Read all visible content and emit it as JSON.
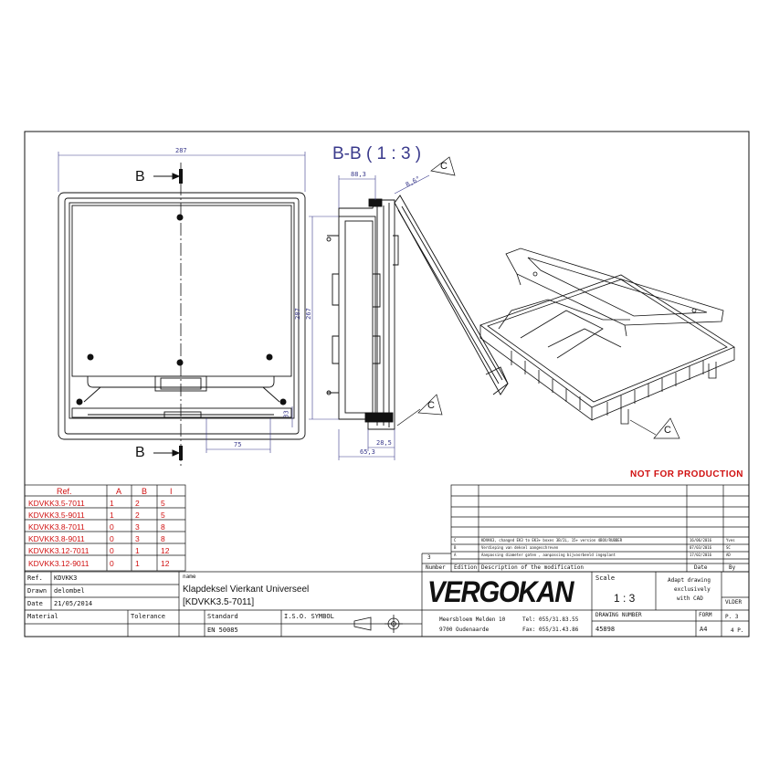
{
  "section_title": "B-B ( 1 : 3 )",
  "section_marker_left_top": "B",
  "section_marker_left_bottom": "B",
  "detail_callout": "C",
  "not_for_production": "NOT FOR PRODUCTION",
  "dimensions": {
    "top_width": "287",
    "front_height": "287",
    "right_height": "267",
    "front_sub": "75",
    "front_side": "33",
    "section_top": "88,3",
    "section_bottom1": "28,5",
    "section_bottom2": "65,3",
    "angle": "8,6°"
  },
  "ref_table": {
    "headers": [
      "Ref.",
      "A",
      "B",
      "I"
    ],
    "rows": [
      [
        "KDVKK3.5-7011",
        "1",
        "2",
        "5"
      ],
      [
        "KDVKK3.5-9011",
        "1",
        "2",
        "5"
      ],
      [
        "KDVKK3.8-7011",
        "0",
        "3",
        "8"
      ],
      [
        "KDVKK3.8-9011",
        "0",
        "3",
        "8"
      ],
      [
        "KDVKK3.12-7011",
        "0",
        "1",
        "12"
      ],
      [
        "KDVKK3.12-9011",
        "0",
        "1",
        "12"
      ]
    ]
  },
  "revisions": {
    "rows": [
      {
        "rev": "C",
        "desc": "KDVKK3, changed EK3 to EK3+ boxes 3B/2L, 15+ version 4BOX/RUBBER",
        "date": "16/06/2016",
        "by": "Yves"
      },
      {
        "rev": "B",
        "desc": "Verdieping van deksel aangeschreven",
        "date": "07/03/2016",
        "by": "SC"
      },
      {
        "rev": "A",
        "desc": "Aanpassing diameter gaten , aanpassing bijvoorbeeld ingeplant",
        "date": "17/02/2016",
        "by": "AD"
      }
    ],
    "edition_index": "3",
    "number_label": "Number",
    "edition_label": "Edition",
    "description_label": "Description of the modification",
    "date_label": "Date",
    "by_label": "By"
  },
  "title_block": {
    "ref_label": "Ref.",
    "ref_value": "KDVKK3",
    "drawn_label": "Drawn",
    "drawn_value": "delombel",
    "date_label": "Date",
    "date_value": "21/05/2014",
    "name_label": "name",
    "name_line1": "Klapdeksel Vierkant Universeel",
    "name_line2": "[KDVKK3.5-7011]",
    "material_label": "Material",
    "tolerance_label": "Tolerance",
    "standard_label": "Standard",
    "standard_value": "EN 50085",
    "iso_label": "I.S.O. SYMBOL",
    "brand": "VERGOKAN",
    "address1": "Meersbloem Melden 10",
    "address2": "9700 Oudenaarde",
    "tel": "Tel: 055/31.83.55",
    "fax": "Fax: 055/31.43.86",
    "scale_label": "Scale",
    "scale_value": "1 : 3",
    "cad_note1": "Adapt drawing",
    "cad_note2": "exclusively",
    "cad_note3": "with CAD",
    "drawing_number_label": "DRAWING NUMBER",
    "drawing_number": "45898",
    "format_label": "FORM",
    "format_value": "A4",
    "folder_label": "VLDER",
    "page": "P. 3",
    "pages": "4 P."
  }
}
